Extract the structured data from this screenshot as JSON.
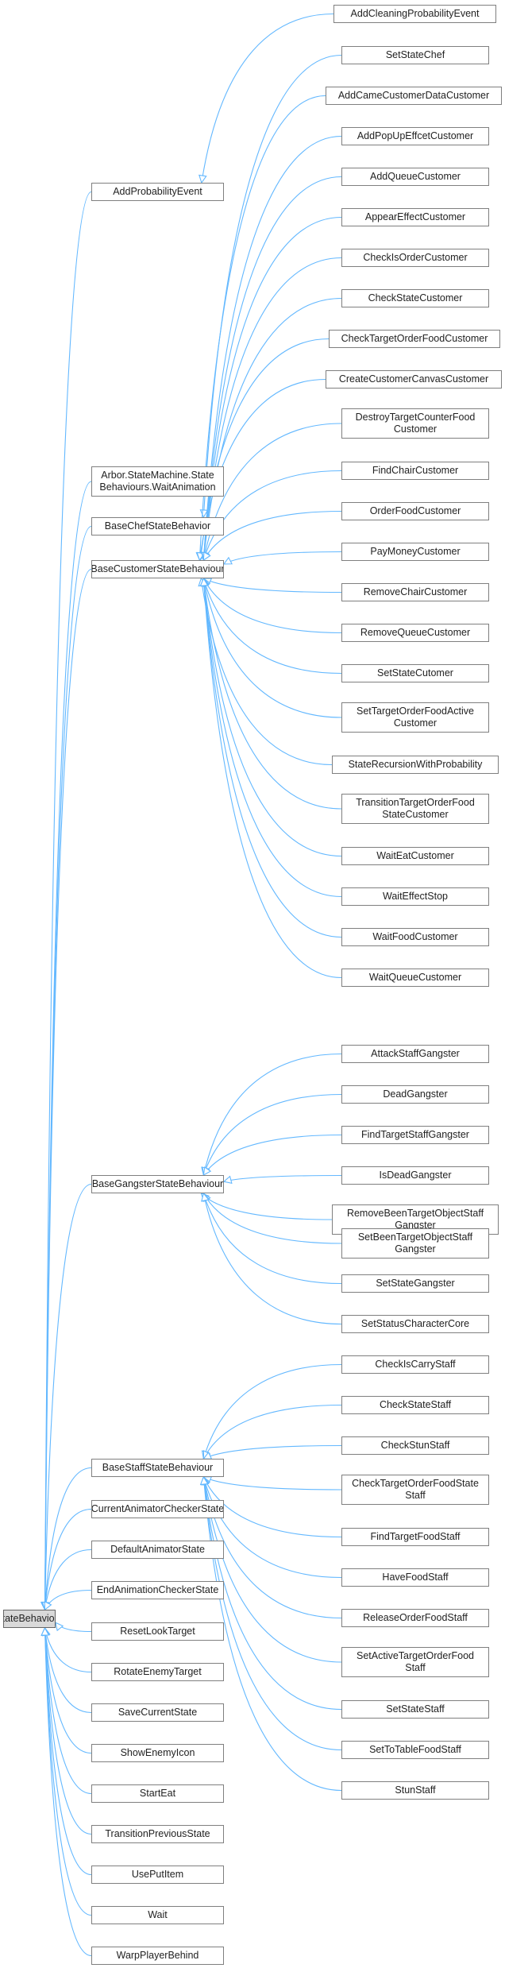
{
  "nodes": {
    "add_cleaning_probability_event": "AddCleaningProbabilityEvent",
    "add_probability_event": "AddProbabilityEvent",
    "set_state_chef": "SetStateChef",
    "add_came_customer_data_customer": "AddCameCustomerDataCustomer",
    "add_pop_up_effcet_customer": "AddPopUpEffcetCustomer",
    "add_queue_customer": "AddQueueCustomer",
    "appear_effect_customer": "AppearEffectCustomer",
    "check_is_order_customer": "CheckIsOrderCustomer",
    "check_state_customer": "CheckStateCustomer",
    "check_target_order_food_customer": "CheckTargetOrderFoodCustomer",
    "create_customer_canvas_customer": "CreateCustomerCanvasCustomer",
    "destroy_target_counter_food_customer": "DestroyTargetCounterFood\nCustomer",
    "wait_animation": "Arbor.StateMachine.State\nBehaviours.WaitAnimation",
    "find_chair_customer": "FindChairCustomer",
    "base_chef_state_behavior": "BaseChefStateBehavior",
    "order_food_customer": "OrderFoodCustomer",
    "base_customer_state_behaviour": "BaseCustomerStateBehaviour",
    "pay_money_customer": "PayMoneyCustomer",
    "remove_chair_customer": "RemoveChairCustomer",
    "remove_queue_customer": "RemoveQueueCustomer",
    "set_state_cutomer": "SetStateCutomer",
    "set_target_order_food_active_customer": "SetTargetOrderFoodActive\nCustomer",
    "state_recursion_with_probability": "StateRecursionWithProbability",
    "transition_target_order_food_state_customer": "TransitionTargetOrderFood\nStateCustomer",
    "wait_eat_customer": "WaitEatCustomer",
    "wait_effect_stop": "WaitEffectStop",
    "wait_food_customer": "WaitFoodCustomer",
    "wait_queue_customer": "WaitQueueCustomer",
    "attack_staff_gangster": "AttackStaffGangster",
    "dead_gangster": "DeadGangster",
    "find_target_staff_gangster": "FindTargetStaffGangster",
    "is_dead_gangster": "IsDeadGangster",
    "base_gangster_state_behaviour": "BaseGangsterStateBehaviour",
    "remove_been_target_object_staff_gangster": "RemoveBeenTargetObjectStaff\nGangster",
    "set_been_target_object_staff_gangster": "SetBeenTargetObjectStaff\nGangster",
    "set_state_gangster": "SetStateGangster",
    "set_status_character_core": "SetStatusCharacterCore",
    "check_is_carry_staff": "CheckIsCarryStaff",
    "check_state_staff": "CheckStateStaff",
    "check_stun_staff": "CheckStunStaff",
    "base_staff_state_behaviour": "BaseStaffStateBehaviour",
    "check_target_order_food_state_staff": "CheckTargetOrderFoodState\nStaff",
    "current_animator_checker_state": "CurrentAnimatorCheckerState",
    "find_target_food_staff": "FindTargetFoodStaff",
    "default_animator_state": "DefaultAnimatorState",
    "have_food_staff": "HaveFoodStaff",
    "end_animation_checker_state": "EndAnimationCheckerState",
    "state_behaviour": "StateBehaviour",
    "release_order_food_staff": "ReleaseOrderFoodStaff",
    "reset_look_target": "ResetLookTarget",
    "set_active_target_order_food_staff": "SetActiveTargetOrderFood\nStaff",
    "rotate_enemy_target": "RotateEnemyTarget",
    "set_state_staff": "SetStateStaff",
    "save_current_state": "SaveCurrentState",
    "set_to_table_food_staff": "SetToTableFoodStaff",
    "show_enemy_icon": "ShowEnemyIcon",
    "stun_staff": "StunStaff",
    "start_eat": "StartEat",
    "transition_previous_state": "TransitionPreviousState",
    "use_put_item": "UsePutItem",
    "wait": "Wait",
    "warp_player_behind": "WarpPlayerBehind"
  },
  "edges": [
    [
      "add_probability_event",
      "add_cleaning_probability_event"
    ],
    [
      "base_chef_state_behavior",
      "set_state_chef"
    ],
    [
      "base_customer_state_behaviour",
      "add_came_customer_data_customer"
    ],
    [
      "base_customer_state_behaviour",
      "add_pop_up_effcet_customer"
    ],
    [
      "base_customer_state_behaviour",
      "add_queue_customer"
    ],
    [
      "base_customer_state_behaviour",
      "appear_effect_customer"
    ],
    [
      "base_customer_state_behaviour",
      "check_is_order_customer"
    ],
    [
      "base_customer_state_behaviour",
      "check_state_customer"
    ],
    [
      "base_customer_state_behaviour",
      "check_target_order_food_customer"
    ],
    [
      "base_customer_state_behaviour",
      "create_customer_canvas_customer"
    ],
    [
      "base_customer_state_behaviour",
      "destroy_target_counter_food_customer"
    ],
    [
      "base_customer_state_behaviour",
      "find_chair_customer"
    ],
    [
      "base_customer_state_behaviour",
      "order_food_customer"
    ],
    [
      "base_customer_state_behaviour",
      "pay_money_customer"
    ],
    [
      "base_customer_state_behaviour",
      "remove_chair_customer"
    ],
    [
      "base_customer_state_behaviour",
      "remove_queue_customer"
    ],
    [
      "base_customer_state_behaviour",
      "set_state_cutomer"
    ],
    [
      "base_customer_state_behaviour",
      "set_target_order_food_active_customer"
    ],
    [
      "base_customer_state_behaviour",
      "state_recursion_with_probability"
    ],
    [
      "base_customer_state_behaviour",
      "transition_target_order_food_state_customer"
    ],
    [
      "base_customer_state_behaviour",
      "wait_eat_customer"
    ],
    [
      "base_customer_state_behaviour",
      "wait_effect_stop"
    ],
    [
      "base_customer_state_behaviour",
      "wait_food_customer"
    ],
    [
      "base_customer_state_behaviour",
      "wait_queue_customer"
    ],
    [
      "base_gangster_state_behaviour",
      "attack_staff_gangster"
    ],
    [
      "base_gangster_state_behaviour",
      "dead_gangster"
    ],
    [
      "base_gangster_state_behaviour",
      "find_target_staff_gangster"
    ],
    [
      "base_gangster_state_behaviour",
      "is_dead_gangster"
    ],
    [
      "base_gangster_state_behaviour",
      "remove_been_target_object_staff_gangster"
    ],
    [
      "base_gangster_state_behaviour",
      "set_been_target_object_staff_gangster"
    ],
    [
      "base_gangster_state_behaviour",
      "set_state_gangster"
    ],
    [
      "base_gangster_state_behaviour",
      "set_status_character_core"
    ],
    [
      "base_staff_state_behaviour",
      "check_is_carry_staff"
    ],
    [
      "base_staff_state_behaviour",
      "check_state_staff"
    ],
    [
      "base_staff_state_behaviour",
      "check_stun_staff"
    ],
    [
      "base_staff_state_behaviour",
      "check_target_order_food_state_staff"
    ],
    [
      "base_staff_state_behaviour",
      "find_target_food_staff"
    ],
    [
      "base_staff_state_behaviour",
      "have_food_staff"
    ],
    [
      "base_staff_state_behaviour",
      "release_order_food_staff"
    ],
    [
      "base_staff_state_behaviour",
      "set_active_target_order_food_staff"
    ],
    [
      "base_staff_state_behaviour",
      "set_state_staff"
    ],
    [
      "base_staff_state_behaviour",
      "set_to_table_food_staff"
    ],
    [
      "base_staff_state_behaviour",
      "stun_staff"
    ],
    [
      "state_behaviour",
      "add_probability_event"
    ],
    [
      "state_behaviour",
      "wait_animation"
    ],
    [
      "state_behaviour",
      "base_chef_state_behavior"
    ],
    [
      "state_behaviour",
      "base_customer_state_behaviour"
    ],
    [
      "state_behaviour",
      "base_gangster_state_behaviour"
    ],
    [
      "state_behaviour",
      "base_staff_state_behaviour"
    ],
    [
      "state_behaviour",
      "current_animator_checker_state"
    ],
    [
      "state_behaviour",
      "default_animator_state"
    ],
    [
      "state_behaviour",
      "end_animation_checker_state"
    ],
    [
      "state_behaviour",
      "reset_look_target"
    ],
    [
      "state_behaviour",
      "rotate_enemy_target"
    ],
    [
      "state_behaviour",
      "save_current_state"
    ],
    [
      "state_behaviour",
      "show_enemy_icon"
    ],
    [
      "state_behaviour",
      "start_eat"
    ],
    [
      "state_behaviour",
      "transition_previous_state"
    ],
    [
      "state_behaviour",
      "use_put_item"
    ],
    [
      "state_behaviour",
      "wait"
    ],
    [
      "state_behaviour",
      "warp_player_behind"
    ]
  ],
  "colors": {
    "edge": "#63b8ff",
    "node_border": "#7f7f7f",
    "root_fill": "#d9d9d9"
  }
}
